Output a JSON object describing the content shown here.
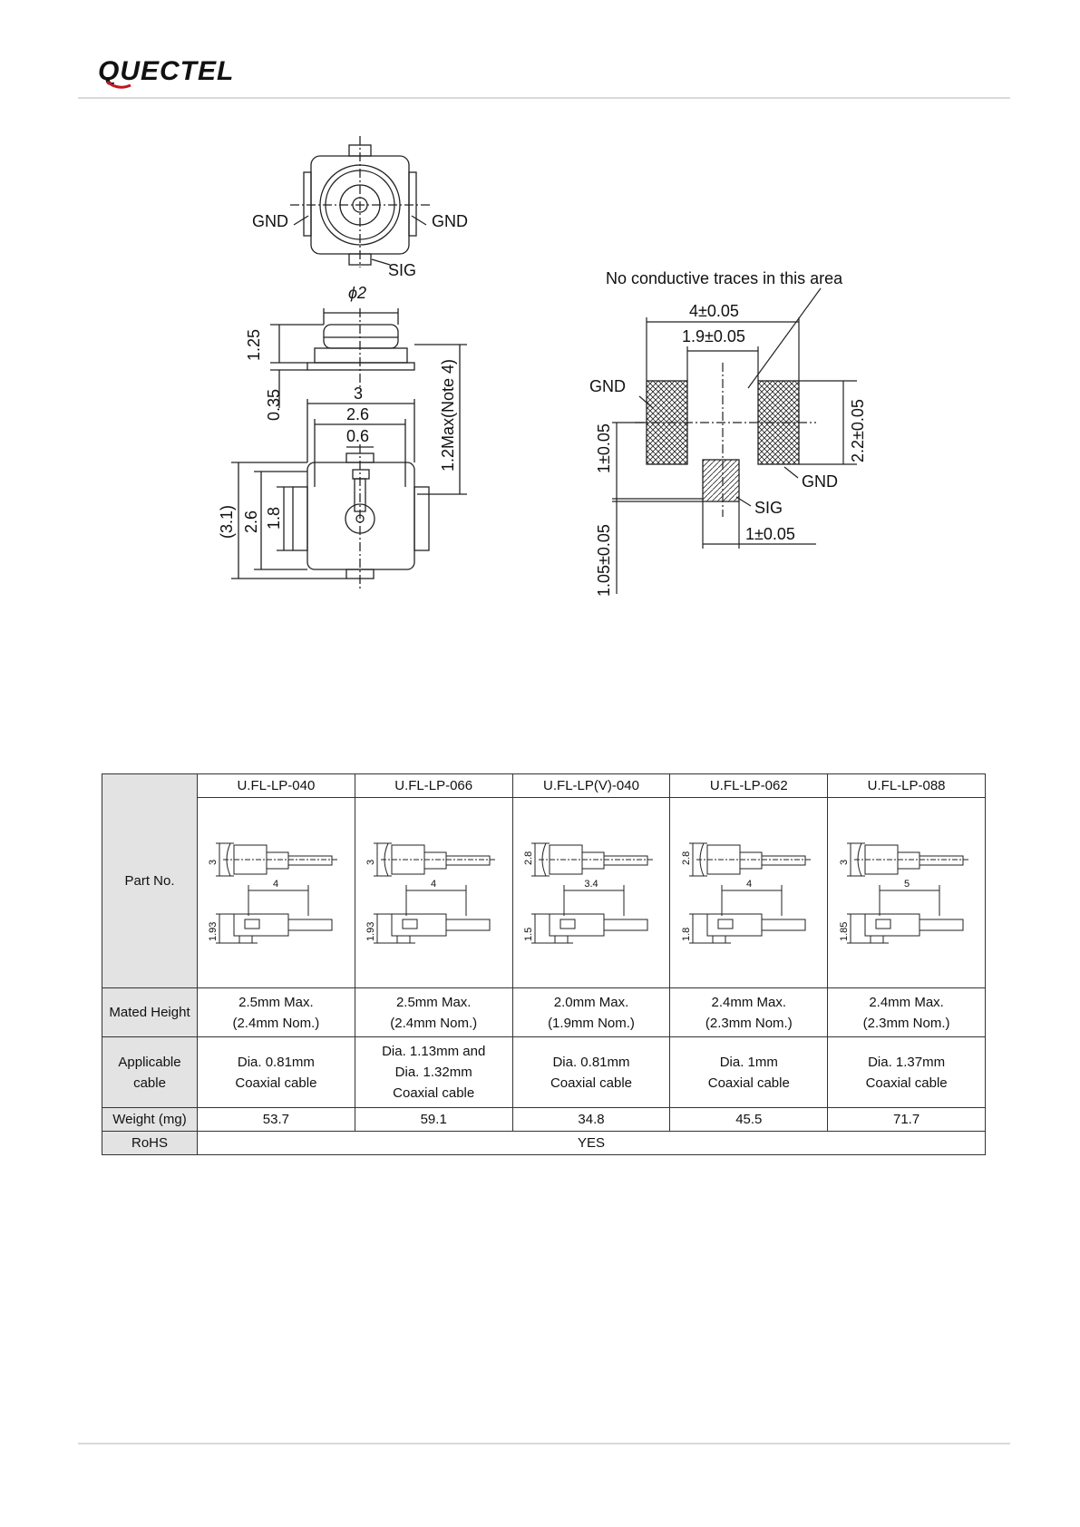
{
  "header": {
    "brand": "QUECTEL"
  },
  "drawing": {
    "left_labels": {
      "gnd_left": "GND",
      "gnd_right": "GND",
      "sig": "SIG",
      "dia": "ϕ2",
      "h125": "1.25",
      "h035": "0.35",
      "w3": "3",
      "w26": "2.6",
      "w06": "0.6",
      "h12max": "1.2Max(Note 4)",
      "h31": "(3.1)",
      "h26": "2.6",
      "h18": "1.8"
    },
    "right_labels": {
      "no_traces": "No conductive traces in this area",
      "w4": "4±0.05",
      "w19": "1.9±0.05",
      "gnd_left": "GND",
      "gnd_right": "GND",
      "sig": "SIG",
      "h1": "1±0.05",
      "h105": "1.05±0.05",
      "h22": "2.2±0.05",
      "w1": "1±0.05"
    }
  },
  "table": {
    "row_headers": {
      "part_no": "Part No.",
      "mated_height": "Mated Height",
      "applicable_cable": [
        "Applicable",
        "cable"
      ],
      "weight": "Weight (mg)",
      "rohs": "RoHS"
    },
    "parts": [
      {
        "name": "U.FL-LP-040",
        "dim_a": "3",
        "dim_b": "4",
        "dim_c": "1.93",
        "mated": [
          "2.5mm Max.",
          "(2.4mm Nom.)"
        ],
        "cable": [
          "Dia. 0.81mm",
          "Coaxial cable"
        ],
        "weight": "53.7"
      },
      {
        "name": "U.FL-LP-066",
        "dim_a": "3",
        "dim_b": "4",
        "dim_c": "1.93",
        "mated": [
          "2.5mm Max.",
          "(2.4mm Nom.)"
        ],
        "cable": [
          "Dia. 1.13mm and",
          "Dia. 1.32mm",
          "Coaxial cable"
        ],
        "weight": "59.1"
      },
      {
        "name": "U.FL-LP(V)-040",
        "dim_a": "2.8",
        "dim_b": "3.4",
        "dim_c": "1.5",
        "mated": [
          "2.0mm Max.",
          "(1.9mm Nom.)"
        ],
        "cable": [
          "Dia. 0.81mm",
          "Coaxial cable"
        ],
        "weight": "34.8"
      },
      {
        "name": "U.FL-LP-062",
        "dim_a": "2.8",
        "dim_b": "4",
        "dim_c": "1.8",
        "mated": [
          "2.4mm Max.",
          "(2.3mm Nom.)"
        ],
        "cable": [
          "Dia. 1mm",
          "Coaxial cable"
        ],
        "weight": "45.5"
      },
      {
        "name": "U.FL-LP-088",
        "dim_a": "3",
        "dim_b": "5",
        "dim_c": "1.85",
        "mated": [
          "2.4mm Max.",
          "(2.3mm Nom.)"
        ],
        "cable": [
          "Dia. 1.37mm",
          "Coaxial cable"
        ],
        "weight": "71.7"
      }
    ],
    "rohs_value": "YES"
  }
}
